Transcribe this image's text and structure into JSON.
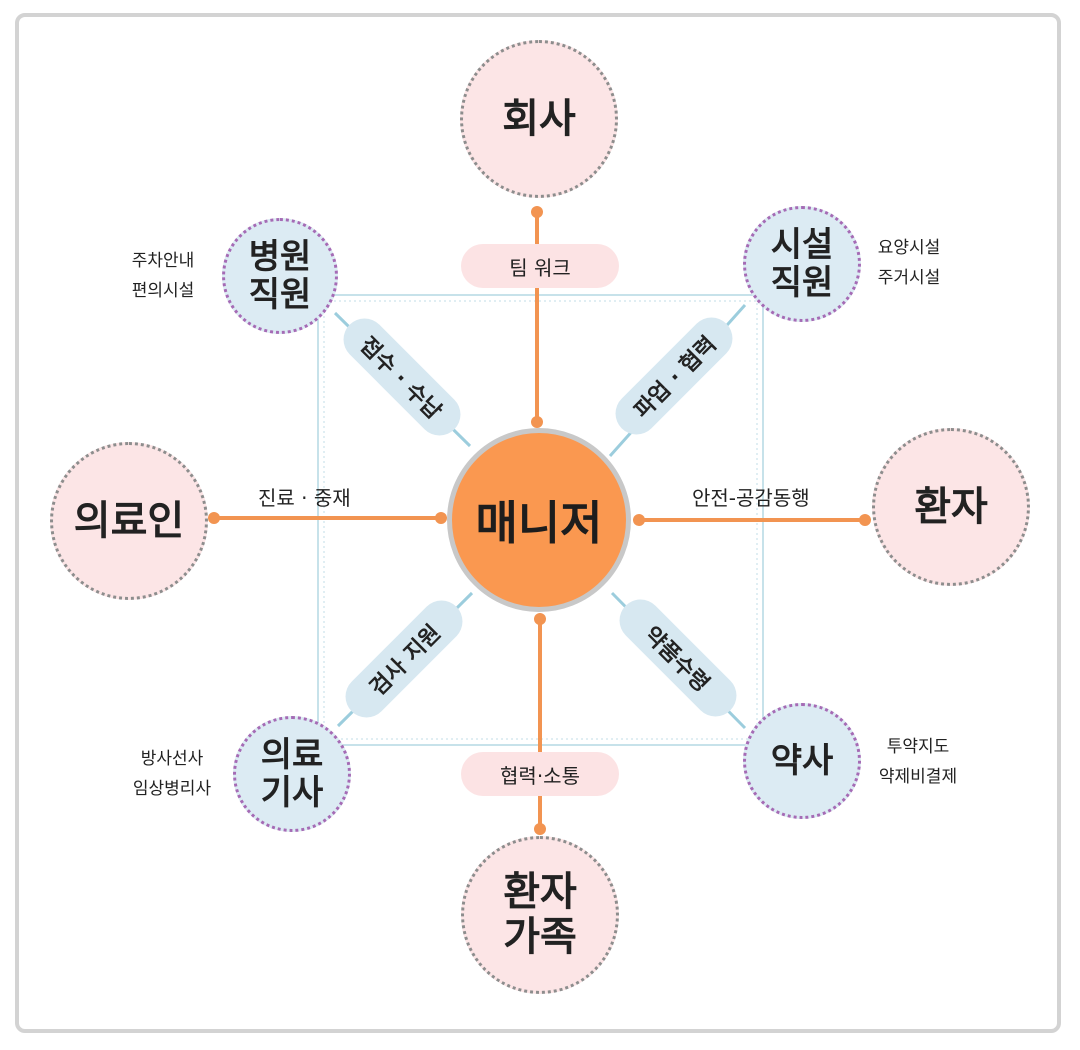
{
  "center": {
    "label": "매니저"
  },
  "outer_nodes": {
    "top": "회사",
    "left": "의료인",
    "right": "환자",
    "bottom": "환자\n가족"
  },
  "diagonal_nodes": {
    "top_left": {
      "label": "병원\n직원",
      "note": "주차안내\n편의시설"
    },
    "top_right": {
      "label": "시설\n직원",
      "note": "요양시설\n주거시설"
    },
    "bottom_left": {
      "label": "의료\n기사",
      "note": "방사선사\n임상병리사"
    },
    "bottom_right": {
      "label": "약사",
      "note": "투약지도\n약제비결제"
    }
  },
  "links": {
    "top": "팀 워크",
    "bottom": "협력·소통",
    "left": "진료 · 중재",
    "right": "안전-공감동행",
    "top_left": "접수 · 수납",
    "top_right": "파업 · 협력",
    "bottom_left": "검사 지원",
    "bottom_right": "약품수령"
  },
  "colors": {
    "center_fill": "#fa9850",
    "connector_orange": "#f29451",
    "connector_blue": "#9ccddd",
    "outer_fill": "#fce5e6",
    "diagonal_fill": "#dcebf3"
  }
}
